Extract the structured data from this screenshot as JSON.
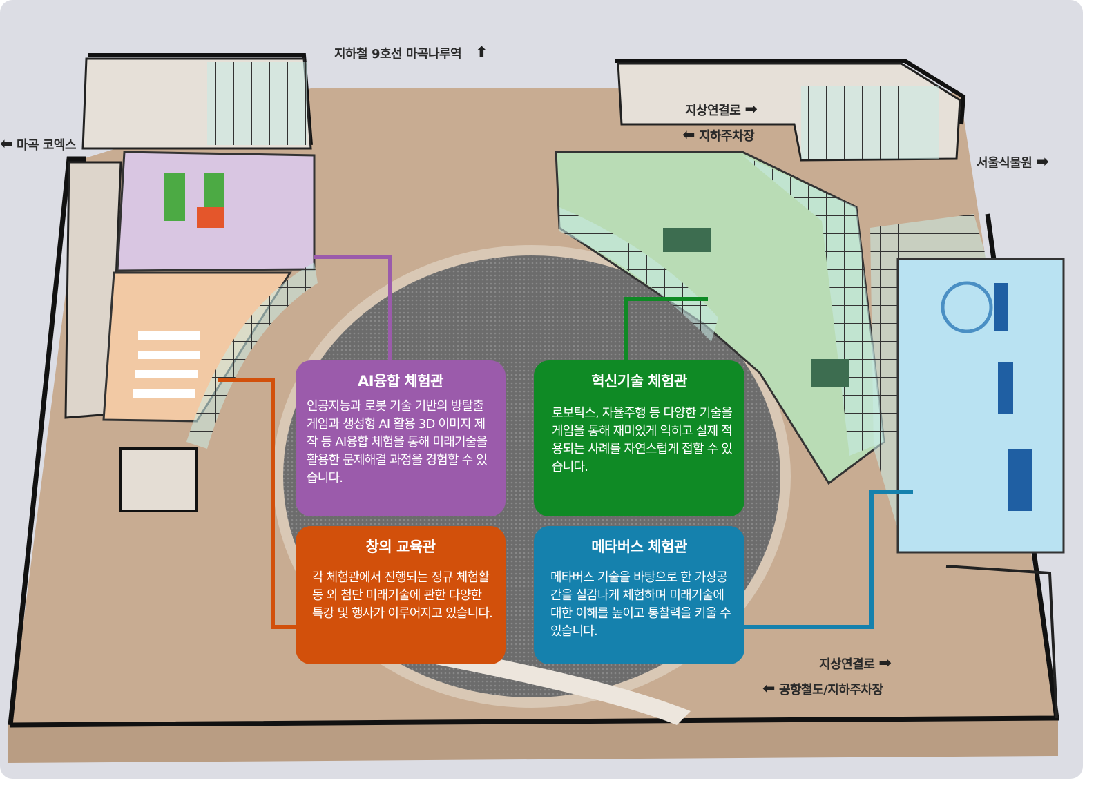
{
  "directions": {
    "subway": {
      "label": "지하철 9호선 마곡나루역",
      "icon": "arrow-up-icon"
    },
    "coex": {
      "label": "마곡 코엑스",
      "icon": "arrow-left-icon"
    },
    "ground_link_top": {
      "label": "지상연결로",
      "icon": "arrow-right-icon"
    },
    "parking_top": {
      "label": "지하주차장",
      "icon": "arrow-left-icon"
    },
    "botanic": {
      "label": "서울식물원",
      "icon": "arrow-right-icon"
    },
    "ground_link_bottom": {
      "label": "지상연결로",
      "icon": "arrow-right-icon"
    },
    "airport_parking": {
      "label": "공항철도/지하주차장",
      "icon": "arrow-left-icon"
    }
  },
  "halls": [
    {
      "title": "AI융합 체험관",
      "desc": "인공지능과 로봇 기술 기반의 방탈출 게임과 생성형 AI 활용 3D 이미지 제작 등 AI융합 체험을 통해 미래기술을 활용한 문제해결 과정을 경험할 수 있습니다.",
      "color": "#9b5bab"
    },
    {
      "title": "혁신기술 체험관",
      "desc": "로보틱스, 자율주행 등 다양한 기술을 게임을 통해 재미있게 익히고 실제 적용되는 사례를 자연스럽게 접할 수 있습니다.",
      "color": "#0f8a25"
    },
    {
      "title": "창의 교육관",
      "desc": "각 체험관에서 진행되는 정규 체험활동 외 첨단 미래기술에 관한 다양한 특강 및 행사가 이루어지고 있습니다.",
      "color": "#d2500b"
    },
    {
      "title": "메타버스 체험관",
      "desc": "메타버스 기술을 바탕으로 한 가상공간을 실감나게 체험하며 미래기술에 대한 이해를 높이고 통찰력을 키울 수 있습니다.",
      "color": "#1581ad"
    }
  ]
}
